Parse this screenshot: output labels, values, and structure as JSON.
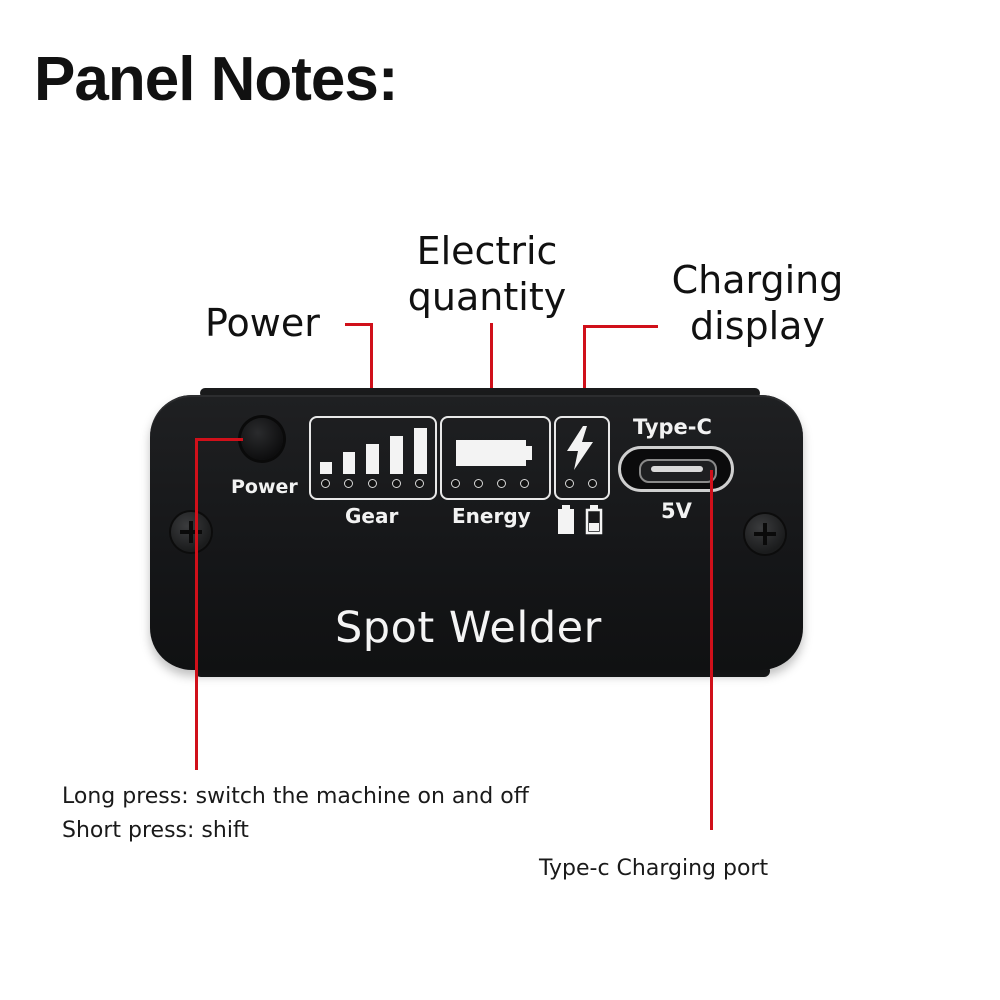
{
  "title": "Panel Notes:",
  "callouts": {
    "power": "Power",
    "electric_line1": "Electric",
    "electric_line2": "quantity",
    "charging_line1": "Charging",
    "charging_line2": "display"
  },
  "device": {
    "power_label": "Power",
    "gear_label": "Gear",
    "energy_label": "Energy",
    "typec_label": "Type-C",
    "voltage_label": "5V",
    "brand": "Spot Welder"
  },
  "notes": {
    "long_press": "Long press: switch the machine on and off",
    "short_press": "Short press: shift",
    "charging_port": "Type-c Charging port"
  },
  "colors": {
    "callout_line": "#d0101a",
    "device_body": "#161719",
    "device_print": "#f2f2f2"
  },
  "icons": [
    "lightning-bolt-icon",
    "battery-icon",
    "screw-icon",
    "usb-c-port-icon"
  ]
}
